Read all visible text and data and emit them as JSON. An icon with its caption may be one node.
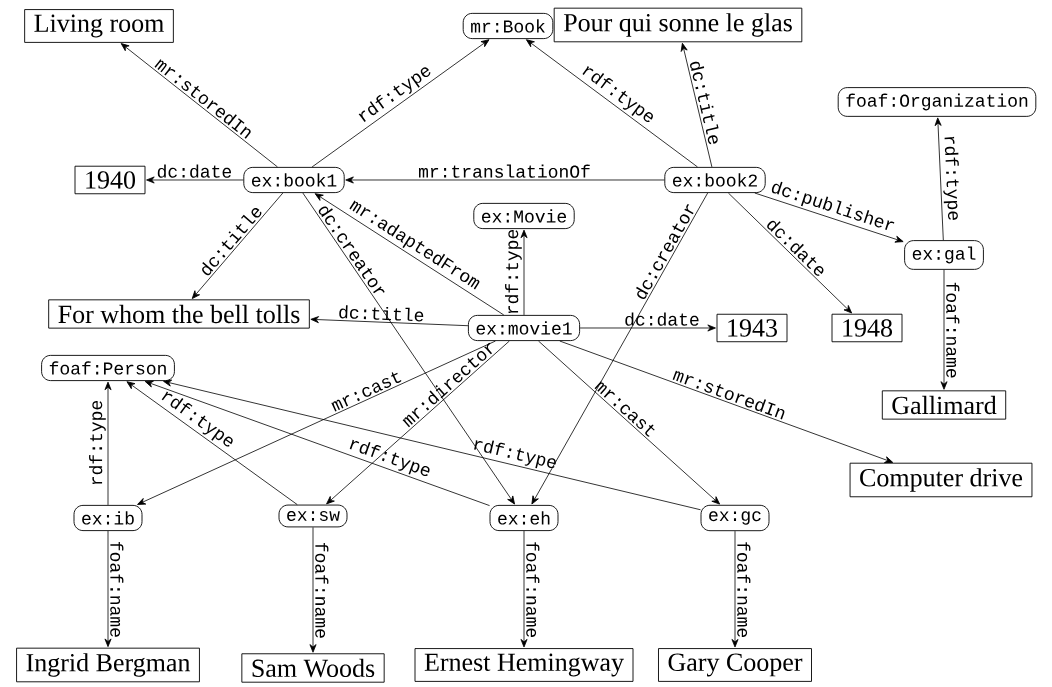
{
  "diagram": {
    "nodes": [
      {
        "text": [
          "Living room"
        ]
      },
      {
        "text": [
          "mr:Book"
        ]
      },
      {
        "text": [
          "Pour qui sonne le glas"
        ]
      },
      {
        "text": [
          "foaf:Organization"
        ]
      },
      {
        "text": [
          "1940"
        ]
      },
      {
        "text": [
          "ex:book1"
        ]
      },
      {
        "text": [
          "ex:book2"
        ]
      },
      {
        "text": [
          "ex:Movie"
        ]
      },
      {
        "text": [
          "ex:gal"
        ]
      },
      {
        "text": [
          "For whom the bell tolls"
        ]
      },
      {
        "text": [
          "ex:movie1"
        ]
      },
      {
        "text": [
          "1943"
        ]
      },
      {
        "text": [
          "1948"
        ]
      },
      {
        "text": [
          "foaf:Person"
        ]
      },
      {
        "text": [
          "Gallimard"
        ]
      },
      {
        "text": [
          "Computer drive"
        ]
      },
      {
        "text": [
          "ex:ib"
        ]
      },
      {
        "text": [
          "ex:sw"
        ]
      },
      {
        "text": [
          "ex:eh"
        ]
      },
      {
        "text": [
          "ex:gc"
        ]
      },
      {
        "text": [
          "Ingrid Bergman"
        ]
      },
      {
        "text": [
          "Sam Woods"
        ]
      },
      {
        "text": [
          "Ernest Hemingway"
        ]
      },
      {
        "text": [
          "Gary Cooper"
        ]
      }
    ],
    "edges": [
      {
        "from": 5,
        "to": 0,
        "arrow": "to",
        "label": "mr:storedIn"
      },
      {
        "from": 5,
        "to": 1,
        "arrow": "to",
        "label": "rdf:type"
      },
      {
        "from": 5,
        "to": 4,
        "arrow": "to",
        "label": "dc:date"
      },
      {
        "from": 5,
        "to": 9,
        "arrow": "to",
        "label": "dc:title"
      },
      {
        "from": 5,
        "to": 18,
        "arrow": "to",
        "label": "dc:creator"
      },
      {
        "from": 6,
        "to": 1,
        "arrow": "to",
        "label": "rdf:type"
      },
      {
        "from": 6,
        "to": 2,
        "arrow": "to",
        "label": "dc:title"
      },
      {
        "from": 6,
        "to": 5,
        "arrow": "to",
        "label": "mr:translationOf"
      },
      {
        "from": 6,
        "to": 8,
        "arrow": "to",
        "label": "dc:publisher"
      },
      {
        "from": 6,
        "to": 12,
        "arrow": "to",
        "label": "dc:date"
      },
      {
        "from": 6,
        "to": 18,
        "arrow": "to",
        "label": "dc:creator"
      },
      {
        "from": 8,
        "to": 3,
        "arrow": "to",
        "label": "rdf:type"
      },
      {
        "from": 8,
        "to": 14,
        "arrow": "to",
        "label": "foaf:name"
      },
      {
        "from": 10,
        "to": 5,
        "arrow": "to",
        "label": "mr:adaptedFrom"
      },
      {
        "from": 10,
        "to": 7,
        "arrow": "to",
        "label": "rdf:type"
      },
      {
        "from": 10,
        "to": 9,
        "arrow": "to",
        "label": "dc:title"
      },
      {
        "from": 10,
        "to": 11,
        "arrow": "to",
        "label": "dc:date"
      },
      {
        "from": 10,
        "to": 15,
        "arrow": "to",
        "label": "mr:storedIn"
      },
      {
        "from": 10,
        "to": 16,
        "arrow": "to",
        "label": "mr:cast"
      },
      {
        "from": 10,
        "to": 17,
        "arrow": "to",
        "label": "mr:director"
      },
      {
        "from": 10,
        "to": 19,
        "arrow": "to",
        "label": "mr:cast"
      },
      {
        "from": 16,
        "to": 13,
        "arrow": "to",
        "label": "rdf:type"
      },
      {
        "from": 17,
        "to": 13,
        "arrow": "to",
        "label": "rdf:type"
      },
      {
        "from": 18,
        "to": 13,
        "arrow": "to",
        "label": "rdf:type"
      },
      {
        "from": 19,
        "to": 13,
        "arrow": "to",
        "label": "rdf:type"
      },
      {
        "from": 16,
        "to": 20,
        "arrow": "to",
        "label": "foaf:name"
      },
      {
        "from": 17,
        "to": 21,
        "arrow": "to",
        "label": "foaf:name"
      },
      {
        "from": 18,
        "to": 22,
        "arrow": "to",
        "label": "foaf:name"
      },
      {
        "from": 19,
        "to": 23,
        "arrow": "to",
        "label": "foaf:name"
      }
    ]
  }
}
